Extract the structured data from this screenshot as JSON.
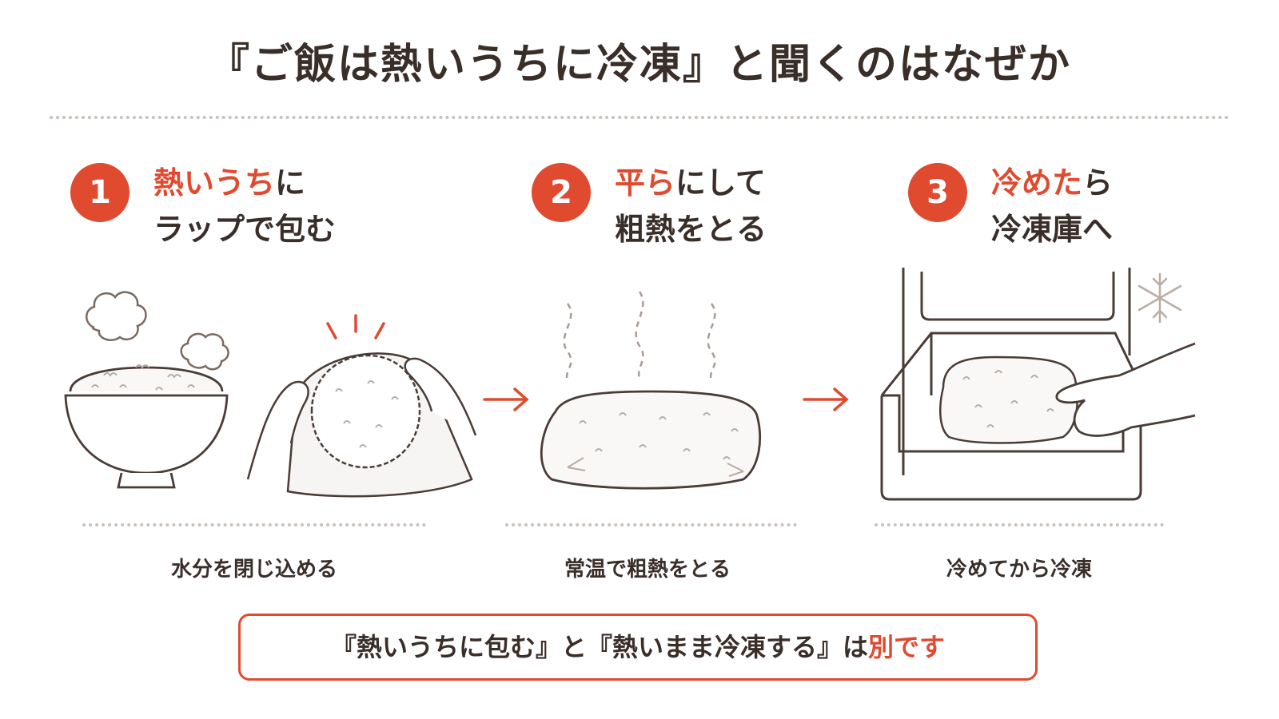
{
  "title": "『ご飯は熱いうちに冷凍』と聞くのはなぜか",
  "steps": [
    {
      "number": "1",
      "line1_red": "熱いうち",
      "line1_rest": "に",
      "line2": "ラップで包む",
      "caption": "水分を閉じ込める"
    },
    {
      "number": "2",
      "line1_red": "平ら",
      "line1_rest": "にして",
      "line2": "粗熱をとる",
      "caption": "常温で粗熱をとる"
    },
    {
      "number": "3",
      "line1_red": "冷めた",
      "line1_rest": "ら",
      "line2": "冷凍庫へ",
      "caption": "冷めてから冷凍"
    }
  ],
  "note": {
    "part1": "『熱いうちに包む』と『熱いまま冷凍する』は",
    "red": "別です"
  },
  "colors": {
    "accent": "#e04a2f",
    "text": "#3a2e29",
    "dots": "#c9c1bb"
  },
  "icons": [
    "steam-icon",
    "rice-bowl-icon",
    "wrapped-rice-icon",
    "hand-icon",
    "arrow-right-icon",
    "flat-rice-pack-icon",
    "freezer-drawer-icon",
    "snowflake-icon"
  ]
}
